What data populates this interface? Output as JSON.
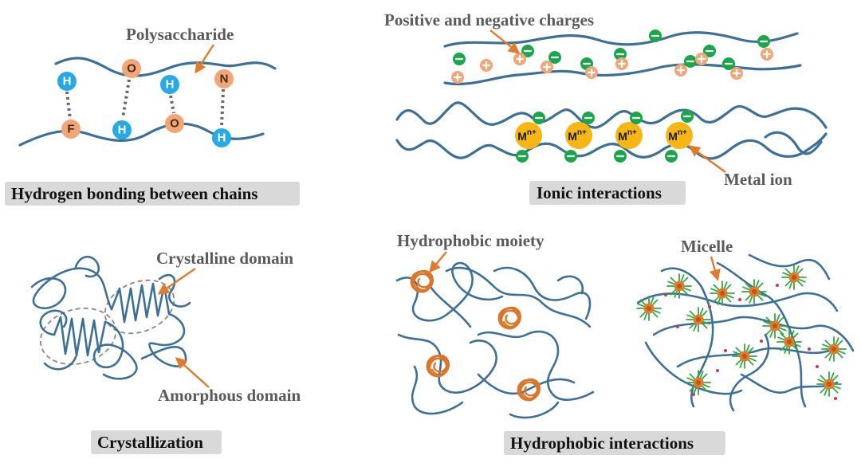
{
  "panels": {
    "hydrogen": {
      "caption": "Hydrogen bonding between chains",
      "label": "Polysaccharide",
      "atoms": [
        "H",
        "O",
        "H",
        "N",
        "F",
        "H",
        "O",
        "H"
      ]
    },
    "ionic": {
      "caption": "Ionic interactions",
      "label_charges": "Positive and negative charges",
      "label_metal": "Metal ion",
      "metal_ion": "M",
      "metal_sup": "n+"
    },
    "crystal": {
      "caption": "Crystallization",
      "label_crystalline": "Crystalline domain",
      "label_amorphous": "Amorphous domain"
    },
    "hydrophobic": {
      "caption": "Hydrophobic interactions",
      "label_moiety": "Hydrophobic moiety",
      "label_micelle": "Micelle"
    }
  },
  "colors": {
    "chain": "#3e6f95",
    "hydrogen_atom": "#27a9e1",
    "heavy_atom": "#f0a678",
    "positive": "#f0a678",
    "negative": "#1ca64c",
    "metal_ion": "#f6b716",
    "arrow": "#e07a2c",
    "caption_bg": "#d9d9d9"
  }
}
